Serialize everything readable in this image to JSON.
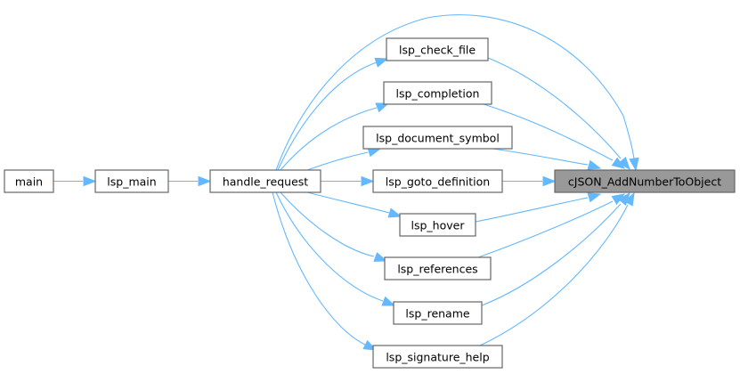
{
  "graph": {
    "type": "caller-graph",
    "focus_node": "cJSON_AddNumberToObject",
    "colors": {
      "edge": "#63b8ff",
      "node_border": "#666666",
      "node_fill": "#ffffff",
      "focus_fill": "#999999"
    },
    "nodes": [
      {
        "id": "main",
        "label": "main"
      },
      {
        "id": "lsp_main",
        "label": "lsp_main"
      },
      {
        "id": "handle_request",
        "label": "handle_request"
      },
      {
        "id": "lsp_check_file",
        "label": "lsp_check_file"
      },
      {
        "id": "lsp_completion",
        "label": "lsp_completion"
      },
      {
        "id": "lsp_document_symbol",
        "label": "lsp_document_symbol"
      },
      {
        "id": "lsp_goto_definition",
        "label": "lsp_goto_definition"
      },
      {
        "id": "lsp_hover",
        "label": "lsp_hover"
      },
      {
        "id": "lsp_references",
        "label": "lsp_references"
      },
      {
        "id": "lsp_rename",
        "label": "lsp_rename"
      },
      {
        "id": "lsp_signature_help",
        "label": "lsp_signature_help"
      },
      {
        "id": "cJSON_AddNumberToObject",
        "label": "cJSON_AddNumberToObject"
      }
    ],
    "edges": [
      {
        "from": "main",
        "to": "lsp_main"
      },
      {
        "from": "lsp_main",
        "to": "handle_request"
      },
      {
        "from": "handle_request",
        "to": "cJSON_AddNumberToObject"
      },
      {
        "from": "handle_request",
        "to": "lsp_check_file"
      },
      {
        "from": "handle_request",
        "to": "lsp_completion"
      },
      {
        "from": "handle_request",
        "to": "lsp_document_symbol"
      },
      {
        "from": "handle_request",
        "to": "lsp_goto_definition"
      },
      {
        "from": "handle_request",
        "to": "lsp_hover"
      },
      {
        "from": "handle_request",
        "to": "lsp_references"
      },
      {
        "from": "handle_request",
        "to": "lsp_rename"
      },
      {
        "from": "handle_request",
        "to": "lsp_signature_help"
      },
      {
        "from": "lsp_check_file",
        "to": "cJSON_AddNumberToObject"
      },
      {
        "from": "lsp_completion",
        "to": "cJSON_AddNumberToObject"
      },
      {
        "from": "lsp_document_symbol",
        "to": "cJSON_AddNumberToObject"
      },
      {
        "from": "lsp_goto_definition",
        "to": "cJSON_AddNumberToObject"
      },
      {
        "from": "lsp_hover",
        "to": "cJSON_AddNumberToObject"
      },
      {
        "from": "lsp_references",
        "to": "cJSON_AddNumberToObject"
      },
      {
        "from": "lsp_rename",
        "to": "cJSON_AddNumberToObject"
      },
      {
        "from": "lsp_signature_help",
        "to": "cJSON_AddNumberToObject"
      }
    ]
  }
}
